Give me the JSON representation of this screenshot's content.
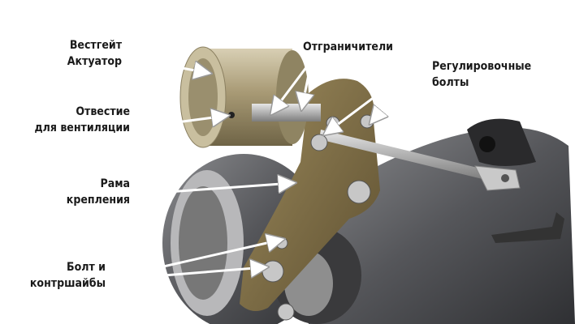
{
  "labels": {
    "actuator": [
      "Вестгейт",
      "Актуатор"
    ],
    "limiters": [
      "Отграничители"
    ],
    "adjust_bolts": [
      "Регулировочные",
      "болты"
    ],
    "vent_hole": [
      "Отвестие",
      "для вентиляции"
    ],
    "mount_frame": [
      "Рама",
      "крепления"
    ],
    "bolt_washers": [
      "Болт и",
      "контршайбы"
    ]
  },
  "colors": {
    "arrow": "#ffffff",
    "text": "#1a1a1a",
    "housing": "#5e5f62",
    "brass": "#b3a27a"
  }
}
